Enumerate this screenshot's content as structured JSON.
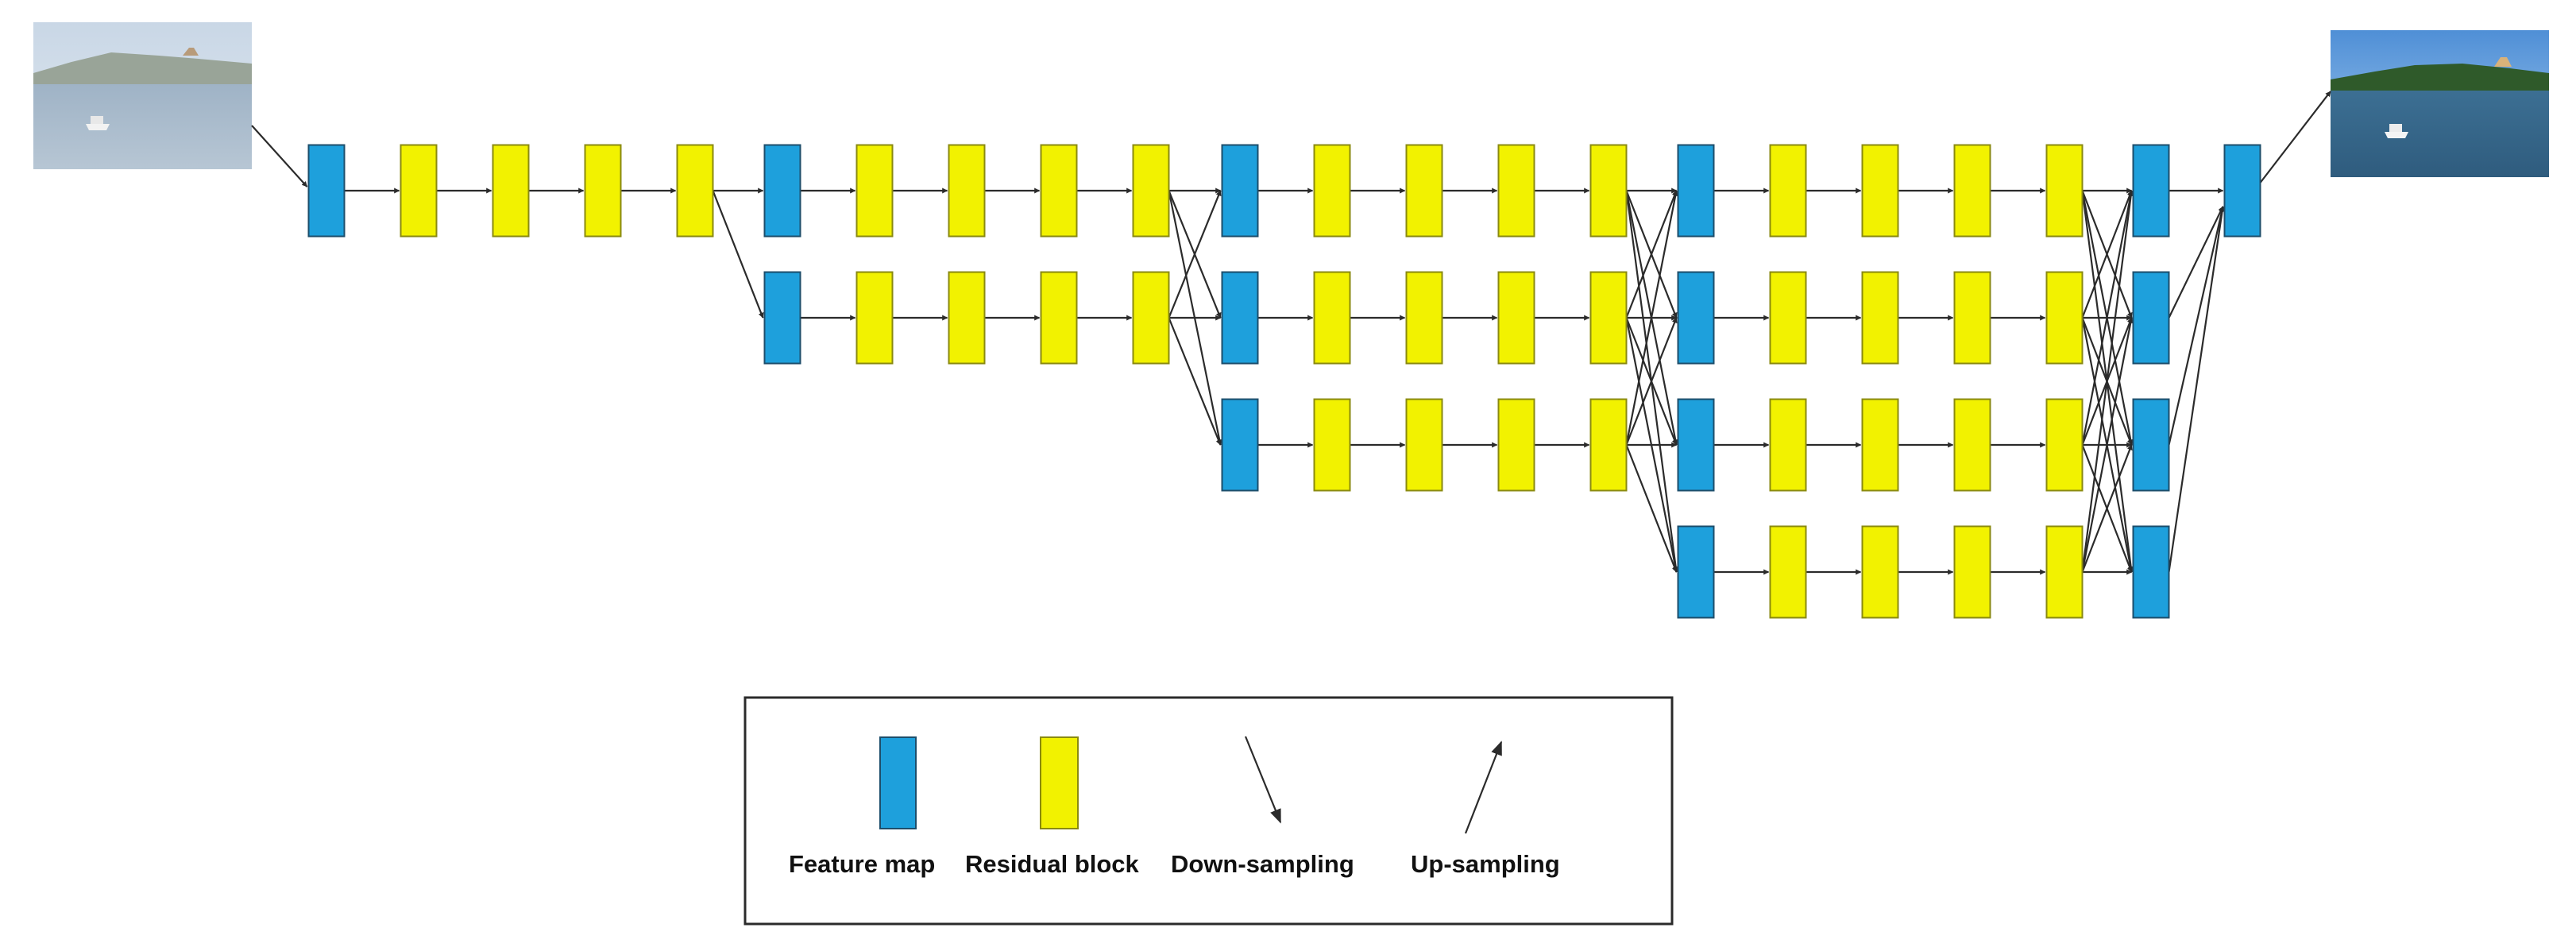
{
  "colors": {
    "feature_map": "#1ea0dc",
    "residual_block": "#f2f200",
    "arrow": "#2b2b2b",
    "background": "#ffffff"
  },
  "images": {
    "input": "lake-photo-hazy",
    "output": "lake-photo-clear"
  },
  "stages": [
    {
      "branches": [
        [
          "F",
          "R",
          "R",
          "R",
          "R"
        ]
      ]
    },
    {
      "branches": [
        [
          "F",
          "R",
          "R",
          "R",
          "R"
        ],
        [
          "F",
          "R",
          "R",
          "R",
          "R"
        ]
      ]
    },
    {
      "branches": [
        [
          "F",
          "R",
          "R",
          "R",
          "R"
        ],
        [
          "F",
          "R",
          "R",
          "R",
          "R"
        ],
        [
          "F",
          "R",
          "R",
          "R",
          "R"
        ]
      ]
    },
    {
      "branches": [
        [
          "F",
          "R",
          "R",
          "R",
          "R"
        ],
        [
          "F",
          "R",
          "R",
          "R",
          "R"
        ],
        [
          "F",
          "R",
          "R",
          "R",
          "R"
        ],
        [
          "F",
          "R",
          "R",
          "R",
          "R"
        ]
      ]
    }
  ],
  "fusion": {
    "branches": 4,
    "block": "F"
  },
  "final": {
    "block": "F"
  },
  "legend": {
    "feature_map_label": "Feature map",
    "residual_block_label": "Residual block",
    "down_sampling_label": "Down-sampling",
    "up_sampling_label": "Up-sampling"
  }
}
